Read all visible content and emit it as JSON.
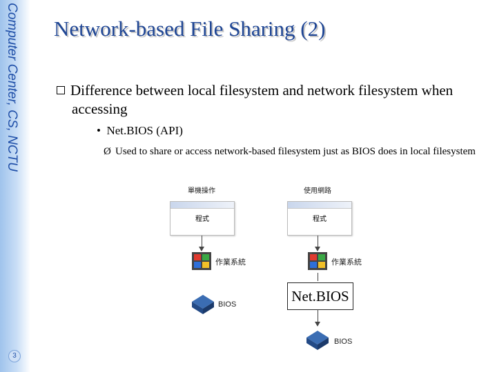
{
  "sidebar": {
    "label": "Computer Center, CS, NCTU",
    "page_number": "3"
  },
  "title": "Network-based File Sharing (2)",
  "bullets": {
    "level1": "Difference between local filesystem and network filesystem when accessing",
    "level2": "Net.BIOS (API)",
    "level3": "Used to share or access network-based filesystem just as BIOS does in local filesystem"
  },
  "diagram": {
    "left": {
      "header": "單機操作",
      "program": "程式",
      "os": "作業系統",
      "bios": "BIOS"
    },
    "right": {
      "header": "使用網路",
      "program": "程式",
      "os": "作業系統",
      "netbios": "Net.BIOS",
      "bios": "BIOS"
    }
  },
  "colors": {
    "title": "#1e4594",
    "sidebar_text": "#1f4fa8"
  }
}
